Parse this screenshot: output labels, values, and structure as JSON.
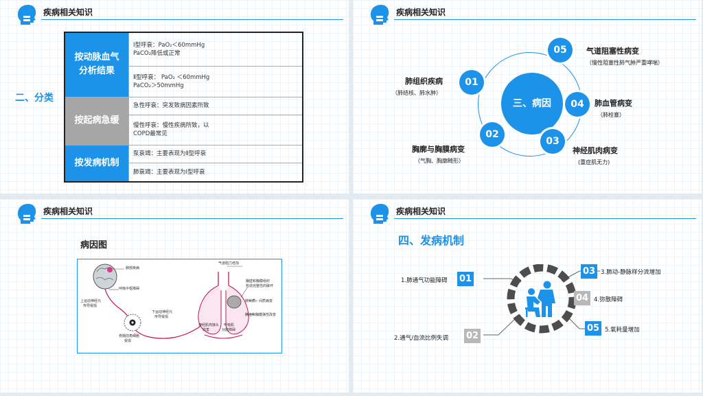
{
  "header": {
    "title": "疾病相关知识"
  },
  "slide1": {
    "side_label": "二、分类",
    "rows": [
      {
        "category": [
          "按动脉血气",
          "分析结果"
        ],
        "items": [
          {
            "lines": [
              "Ⅰ型呼衰：PaO₂＜60mmHg",
              "PaCO₂降低或正常"
            ]
          },
          {
            "lines": [
              "Ⅱ型呼衰：  PaO₂ ＜60mmHg",
              "PaCO₂＞50mmHg"
            ]
          }
        ]
      },
      {
        "category": [
          "按起病急缓"
        ],
        "items": [
          {
            "lines": [
              "急性呼衰：突发致病因素所致"
            ]
          },
          {
            "lines": [
              "慢性呼衰：慢性疾病所致，以",
              "COPD最常见"
            ]
          }
        ]
      },
      {
        "category": [
          "按发病机制"
        ],
        "items": [
          {
            "lines": [
              "泵衰竭：主要表现为Ⅱ型呼衰"
            ]
          },
          {
            "lines": [
              "肺衰竭：主要表现为Ⅰ型呼衰"
            ]
          }
        ]
      }
    ]
  },
  "slide2": {
    "center": "三、病因",
    "causes": [
      {
        "num": "01",
        "title": "肺组织疾病",
        "sub": "（肺结核、肺水肿）"
      },
      {
        "num": "02",
        "title": "胸廓与胸膜病变",
        "sub": "（气胸、胸廓畸形）"
      },
      {
        "num": "03",
        "title": "神经肌肉病变",
        "sub": "(重症肌无力)"
      },
      {
        "num": "04",
        "title": "肺血管病变",
        "sub": "（肺栓塞）"
      },
      {
        "num": "05",
        "title": "气道阻塞性病变",
        "sub": "（慢性阻塞性肺气肿严重哮喘）"
      }
    ]
  },
  "slide3": {
    "title": "病因图",
    "labels": [
      "肺部疾病",
      "呼吸中枢障碍",
      "上运动神经元",
      "传导受损",
      "脊髓前角细胞",
      "受损",
      "下运动神经元",
      "传导受损",
      "神经肌肉接头",
      "损害",
      "呼吸肌",
      "功能障碍",
      "气道阻力增加",
      "胸壁和胸膜组织",
      "构造完整性的破坏",
      "肺实质、间质病变",
      "肺泡和胸膜弹性改变"
    ]
  },
  "slide4": {
    "title": "四、发病机制",
    "items": [
      {
        "num": "01",
        "label": "1.肺通气功能障碍"
      },
      {
        "num": "02",
        "label": "2.通气/血流比例失调"
      },
      {
        "num": "03",
        "label": "3.肺动-静脉样分流增加"
      },
      {
        "num": "04",
        "label": "4.弥散障碍"
      },
      {
        "num": "05",
        "label": "5.氧耗量增加"
      }
    ]
  },
  "colors": {
    "accent": "#1c92e8",
    "gray": "#a6a6a6"
  },
  "icons": [
    "head-profile-icon",
    "doctor-patient-icon"
  ]
}
